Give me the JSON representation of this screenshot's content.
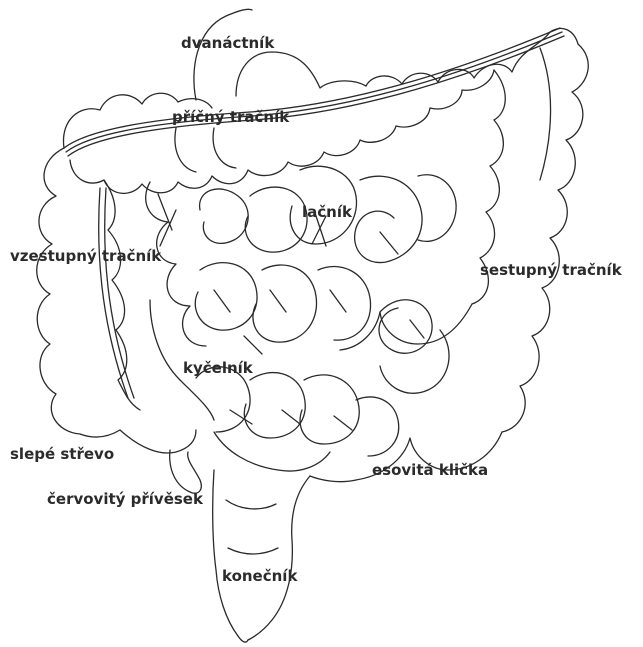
{
  "labels": {
    "duodenum": "dvanáctník",
    "transverse_colon": "příčný tračník",
    "jejunum": "lačník",
    "ascending_colon": "vzestupný tračník",
    "descending_colon": "sestupný tračník",
    "ileum": "kyčelník",
    "cecum": "slepé střevo",
    "sigmoid_loop": "esovitá klička",
    "appendix": "červovitý přívěsek",
    "rectum": "konečník"
  }
}
